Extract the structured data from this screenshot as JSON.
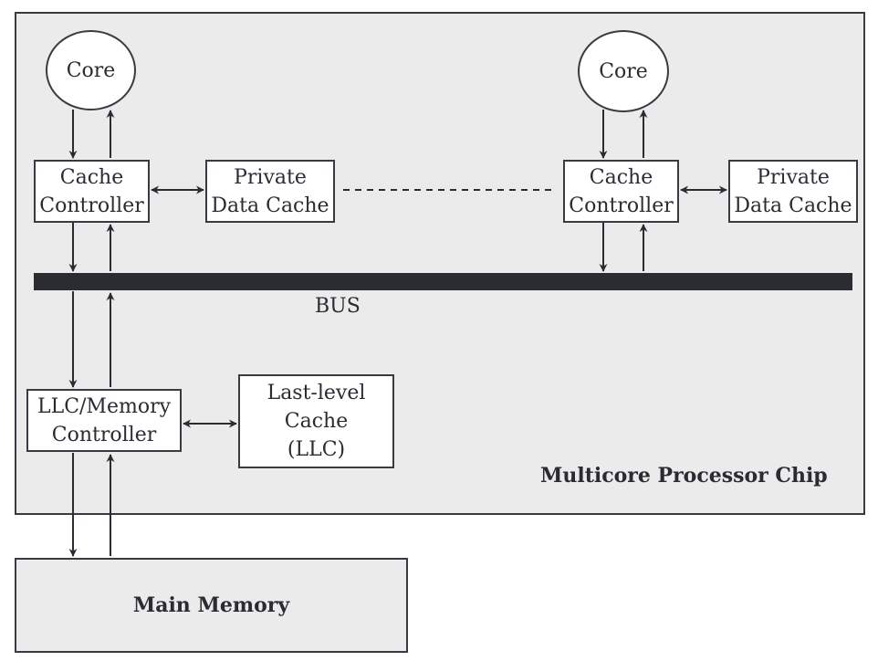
{
  "chip": {
    "label": "Multicore Processor Chip"
  },
  "cores": [
    {
      "label": "Core",
      "cache_controller": [
        "Cache",
        "Controller"
      ],
      "private_cache": [
        "Private",
        "Data Cache"
      ]
    },
    {
      "label": "Core",
      "cache_controller": [
        "Cache",
        "Controller"
      ],
      "private_cache": [
        "Private",
        "Data Cache"
      ]
    }
  ],
  "bus": {
    "label": "BUS"
  },
  "llc_controller": [
    "LLC/Memory",
    "Controller"
  ],
  "llc": [
    "Last-level",
    "Cache",
    "(LLC)"
  ],
  "main_memory": {
    "label": "Main Memory"
  }
}
